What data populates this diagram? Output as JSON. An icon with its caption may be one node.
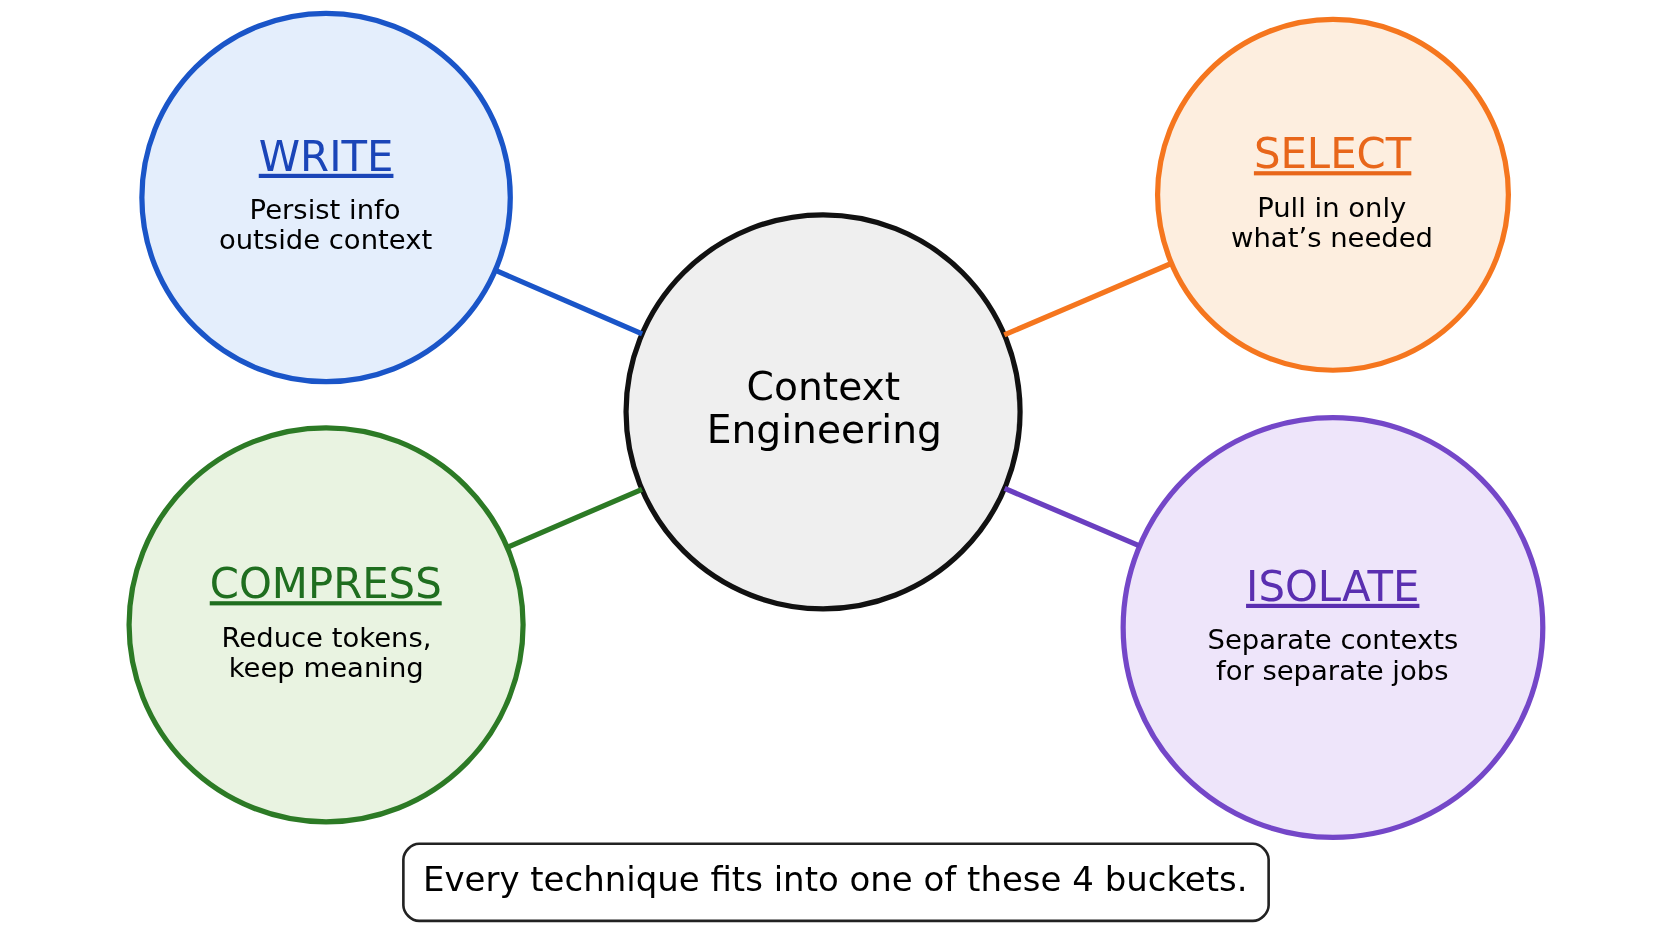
{
  "diagram": {
    "nodes": [
      {
        "text": [
          "Context Engineering"
        ]
      },
      {
        "text": [
          "WRITE",
          "Persist info outside context"
        ]
      },
      {
        "text": [
          "SELECT",
          "Pull in only what’s needed"
        ]
      },
      {
        "text": [
          "COMPRESS",
          "Reduce tokens, keep meaning"
        ]
      },
      {
        "text": [
          "ISOLATE",
          "Separate contexts for separate jobs"
        ]
      }
    ],
    "edges": [
      {
        "from": 1,
        "to": 0,
        "arrow": "none",
        "color": "#1a55c8"
      },
      {
        "from": 0,
        "to": 2,
        "arrow": "none",
        "color": "#f5761e"
      },
      {
        "from": 3,
        "to": 0,
        "arrow": "none",
        "color": "#2c7a25"
      },
      {
        "from": 0,
        "to": 4,
        "arrow": "none",
        "color": "#6a3fc0"
      }
    ],
    "caption": "Every technique fits into one of these 4 buckets."
  }
}
